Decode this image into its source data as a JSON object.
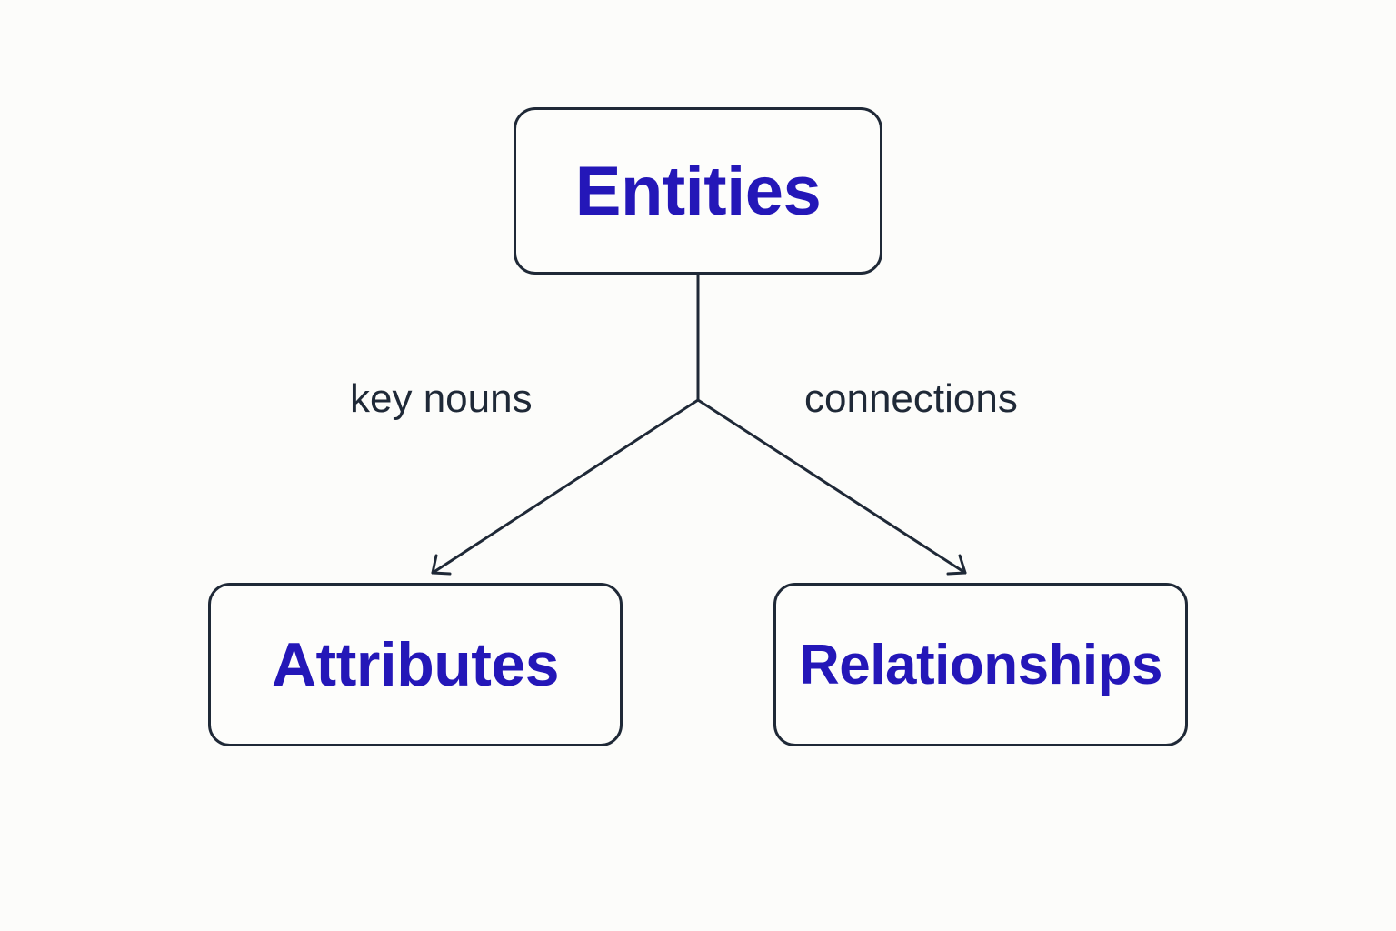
{
  "nodes": {
    "root": {
      "label": "Entities"
    },
    "left": {
      "label": "Attributes"
    },
    "right": {
      "label": "Relationships"
    }
  },
  "edges": {
    "left_label": "key nouns",
    "right_label": "connections"
  },
  "colors": {
    "node_text": "#2417b8",
    "stroke": "#1f2937",
    "background": "#fcfcfa"
  }
}
